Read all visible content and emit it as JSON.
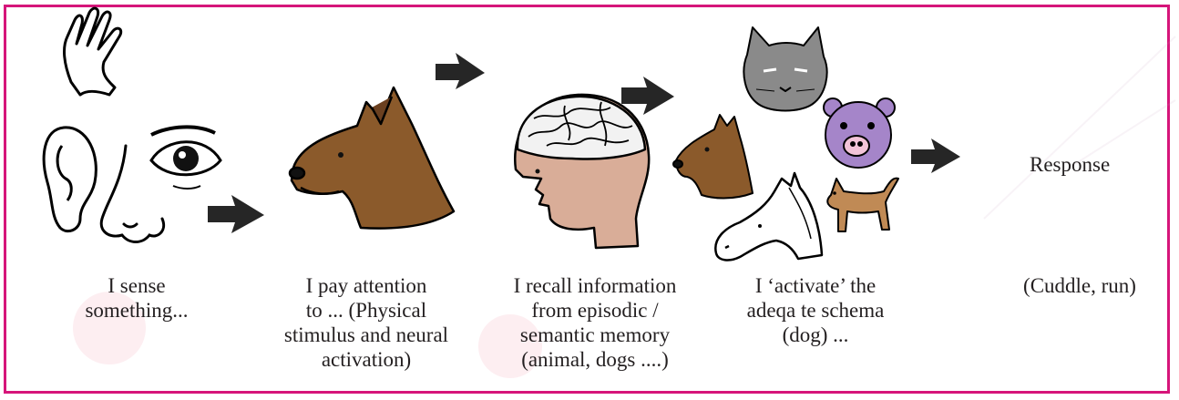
{
  "steps": [
    {
      "lines": [
        "I sense",
        "something..."
      ]
    },
    {
      "lines": [
        "I pay attention",
        "to ... (Physical",
        "stimulus and neural",
        "activation)"
      ]
    },
    {
      "lines": [
        "I recall information",
        "from episodic /",
        "semantic memory",
        "(animal, dogs ....)"
      ]
    },
    {
      "lines": [
        "I ‘activate’ the",
        "adeqa  te schema",
        "(dog) ..."
      ]
    },
    {
      "lines": [
        "(Cuddle, run)"
      ]
    }
  ],
  "response_label": "Response",
  "colors": {
    "frame_border": "#d6157a",
    "dog_brown": "#8b5a2b",
    "skin": "#d9ad98",
    "purple_bear": "#a585c9",
    "arrow": "#262626"
  },
  "icons": [
    "hand-icon",
    "ear-icon",
    "eye-icon",
    "nose-icon",
    "dog-head-icon",
    "brain-head-icon",
    "cat-icon",
    "bear-icon",
    "horse-icon",
    "small-dog-icon",
    "arrow-icon"
  ]
}
